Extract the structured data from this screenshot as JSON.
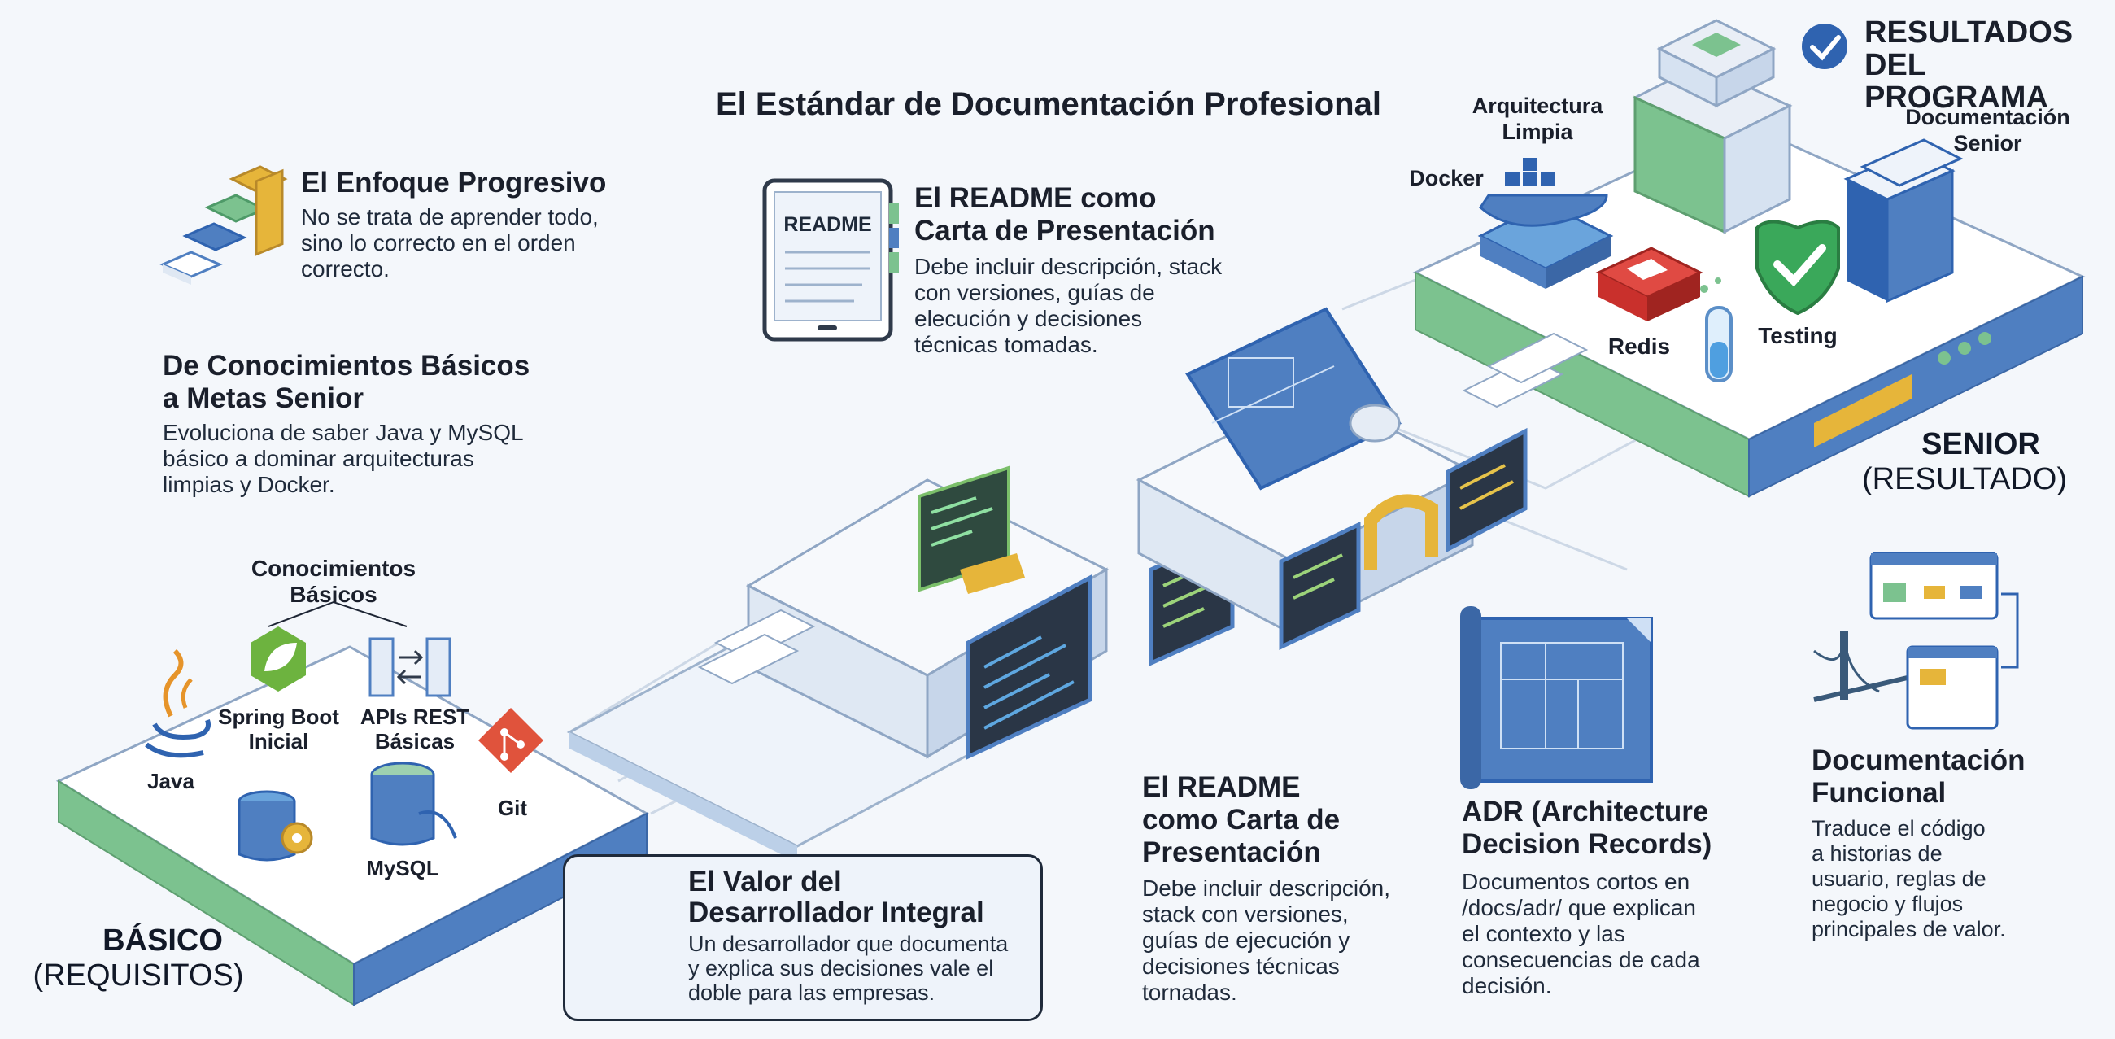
{
  "header": {
    "main_title": "El Estándar de Documentación Profesional",
    "results_title_line1": "RESULTADOS",
    "results_title_line2": "DEL PROGRAMA"
  },
  "progressive": {
    "title": "El Enfoque Progresivo",
    "text_line1": "No se trata de aprender todo,",
    "text_line2": "sino lo correcto en el orden",
    "text_line3": "correcto."
  },
  "basics_to_senior": {
    "title_line1": "De Conocimientos Básicos",
    "title_line2": "a Metas Senior",
    "text_line1": "Evoluciona de saber Java y MySQL",
    "text_line2": "básico a dominar arquitecturas",
    "text_line3": "limpias y Docker."
  },
  "readme_top": {
    "tablet_label": "README",
    "title_line1": "El README como",
    "title_line2": "Carta de Presentación",
    "text_line1": "Debe incluir descripción, stack",
    "text_line2": "con versiones, guías de",
    "text_line3": "elecución y decisiones",
    "text_line4": "técnicas tomadas."
  },
  "basic_platform": {
    "knowledge_label_line1": "Conocimientos",
    "knowledge_label_line2": "Básicos",
    "java": "Java",
    "spring_line1": "Spring Boot",
    "spring_line2": "Inicial",
    "apis_line1": "APIs REST",
    "apis_line2": "Básicas",
    "git": "Git",
    "mysql": "MySQL",
    "level": "BÁSICO",
    "level_sub": "(REQUISITOS)"
  },
  "integral_value": {
    "title_line1": "El Valor del",
    "title_line2": "Desarrollador Integral",
    "text_line1": "Un desarrollador que documenta",
    "text_line2": "y explica sus decisiones vale el",
    "text_line3": "doble para las empresas."
  },
  "readme_bottom": {
    "title_line1": "El README",
    "title_line2": "como Carta de",
    "title_line3": "Presentación",
    "text_line1": "Debe incluir descripción,",
    "text_line2": "stack con versiones,",
    "text_line3": "guías de ejecución y",
    "text_line4": "decisiones técnicas",
    "text_line5": "tornadas."
  },
  "adr": {
    "title_line1": "ADR (Architecture",
    "title_line2": "Decision Records)",
    "text_line1": "Documentos cortos en",
    "text_line2": "/docs/adr/ que explican",
    "text_line3": "el contexto y las",
    "text_line4": "consecuencias de cada",
    "text_line5": "decisión."
  },
  "functional_docs": {
    "title_line1": "Documentación",
    "title_line2": "Funcional",
    "text_line1": "Traduce el código",
    "text_line2": "a historias de",
    "text_line3": "usuario, reglas de",
    "text_line4": "negocio y flujos",
    "text_line5": "principales de valor."
  },
  "senior_platform": {
    "clean_arch_line1": "Arquitectura",
    "clean_arch_line2": "Limpia",
    "docker": "Docker",
    "senior_docs_line1": "Documentación",
    "senior_docs_line2": "Senior",
    "redis": "Redis",
    "testing": "Testing",
    "level": "SENIOR",
    "level_sub": "(RESULTADO)"
  },
  "colors": {
    "platform_top": "#ffffff",
    "platform_side_blue": "#4f7fc1",
    "platform_side_green": "#7cc28f",
    "accent_blue": "#2f63b0",
    "accent_green": "#7bbf6a",
    "git_red": "#e0533c",
    "redis_red": "#c9302c",
    "shield_green": "#3aa85a",
    "gold": "#e6b53a"
  }
}
